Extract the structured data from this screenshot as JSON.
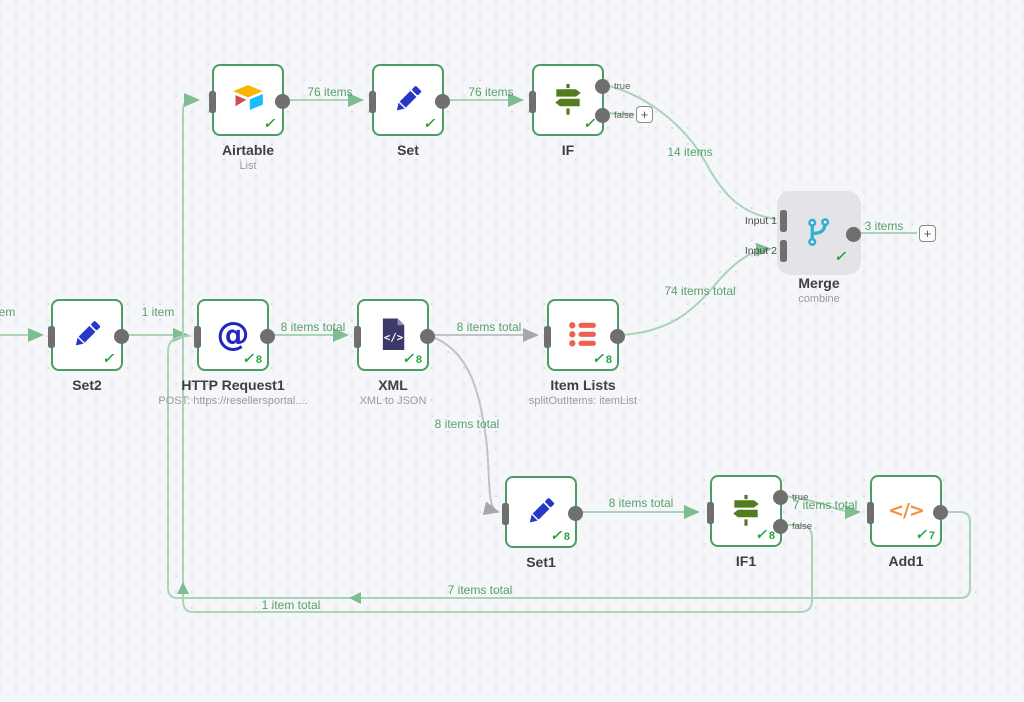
{
  "app": "n8n workflow canvas",
  "colors": {
    "canvas_bg": "#f5f6f9",
    "grid_dot": "#d7d9df",
    "node_border_success": "#4c9d61",
    "connection_green": "#a9d4b6",
    "connection_gray": "#c2c3c7",
    "label_green": "#57a06b",
    "check_green": "#27a343",
    "port_gray": "#6f6f6f"
  },
  "nodes": [
    {
      "label": "Airtable",
      "subtitle": "List",
      "icon": "airtable-icon",
      "count": ""
    },
    {
      "label": "Set",
      "subtitle": "",
      "icon": "pencil-icon",
      "count": ""
    },
    {
      "label": "IF",
      "subtitle": "",
      "icon": "signpost-icon",
      "count": "",
      "outputs": [
        "true",
        "false"
      ]
    },
    {
      "label": "Merge",
      "subtitle": "combine",
      "icon": "git-merge-icon",
      "count": "",
      "inputs": [
        "Input 1",
        "Input 2"
      ],
      "selected": true
    },
    {
      "label": "Set2",
      "subtitle": "",
      "icon": "pencil-icon",
      "count": ""
    },
    {
      "label": "HTTP Request1",
      "subtitle": "POST: https://resellersportal....",
      "icon": "at-icon",
      "count": "8"
    },
    {
      "label": "XML",
      "subtitle": "XML to JSON",
      "icon": "xml-file-icon",
      "count": "8"
    },
    {
      "label": "Item Lists",
      "subtitle": "splitOutItems: itemList",
      "icon": "list-icon",
      "count": "8"
    },
    {
      "label": "Set1",
      "subtitle": "",
      "icon": "pencil-icon",
      "count": "8"
    },
    {
      "label": "IF1",
      "subtitle": "",
      "icon": "signpost-icon",
      "count": "8",
      "outputs": [
        "true",
        "false"
      ]
    },
    {
      "label": "Add1",
      "subtitle": "",
      "icon": "code-icon",
      "count": "7"
    }
  ],
  "connections": [
    {
      "from": "offscreen-left",
      "to": "Set2",
      "label": "em"
    },
    {
      "from": "Set2",
      "to": "HTTP Request1",
      "label": "1 item"
    },
    {
      "from": "Airtable",
      "to": "Set",
      "label": "76 items"
    },
    {
      "from": "Set",
      "to": "IF",
      "label": "76 items"
    },
    {
      "from": "IF (true)",
      "to": "Merge (Input 1)",
      "label": "14 items"
    },
    {
      "from": "HTTP Request1",
      "to": "XML",
      "label": "8 items total"
    },
    {
      "from": "XML",
      "to": "Item Lists",
      "label": "8 items total"
    },
    {
      "from": "XML",
      "to": "Set1",
      "label": "8 items total"
    },
    {
      "from": "Item Lists",
      "to": "Merge (Input 2)",
      "label": "74 items total"
    },
    {
      "from": "Merge",
      "to": "add-node-button",
      "label": "3 items"
    },
    {
      "from": "Set1",
      "to": "IF1",
      "label": "8 items total"
    },
    {
      "from": "IF1 (true)",
      "to": "Add1",
      "label": "7 items total"
    },
    {
      "from": "Add1",
      "to": "HTTP Request1",
      "label": "7 items total"
    },
    {
      "from": "IF1 (false)",
      "to": "Airtable",
      "label": "1 item total"
    }
  ]
}
